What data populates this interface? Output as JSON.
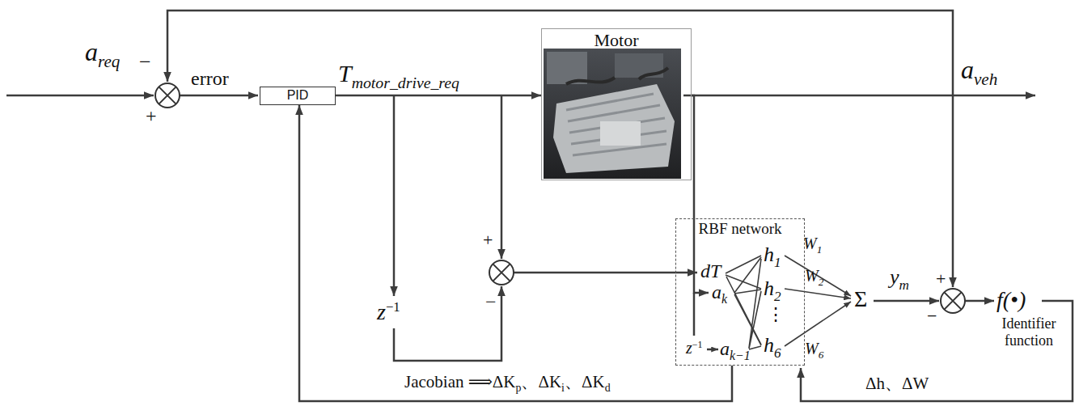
{
  "diagram": {
    "nodes": [
      {
        "text": [
          "PID"
        ]
      },
      {
        "text": [
          "Motor"
        ]
      },
      {
        "text": [
          "RBF network"
        ]
      }
    ],
    "edges": [
      {
        "from": 0,
        "to": 1,
        "arrow": "to"
      },
      {
        "from": 1,
        "to": 2,
        "arrow": "to"
      },
      {
        "from": 2,
        "to": 0,
        "arrow": "to"
      }
    ],
    "labels": [
      "a",
      "req",
      "−",
      "+",
      "error",
      "T",
      "motor_drive_req",
      "a",
      "veh",
      "+",
      "z",
      "−1",
      "−",
      "dT",
      "a",
      "k",
      "z",
      "−1",
      "a",
      "k−1",
      "h",
      "1",
      "W",
      "1",
      "h",
      "2",
      "W",
      "2",
      "⋮",
      "h",
      "6",
      "W",
      "6",
      "Σ",
      "y",
      "m",
      "+",
      "−",
      "f(•)",
      "Identifier function",
      "Jacobian ⟹ΔK",
      "p",
      "、ΔK",
      "i",
      "、ΔK",
      "d",
      "Δh、ΔW"
    ]
  }
}
